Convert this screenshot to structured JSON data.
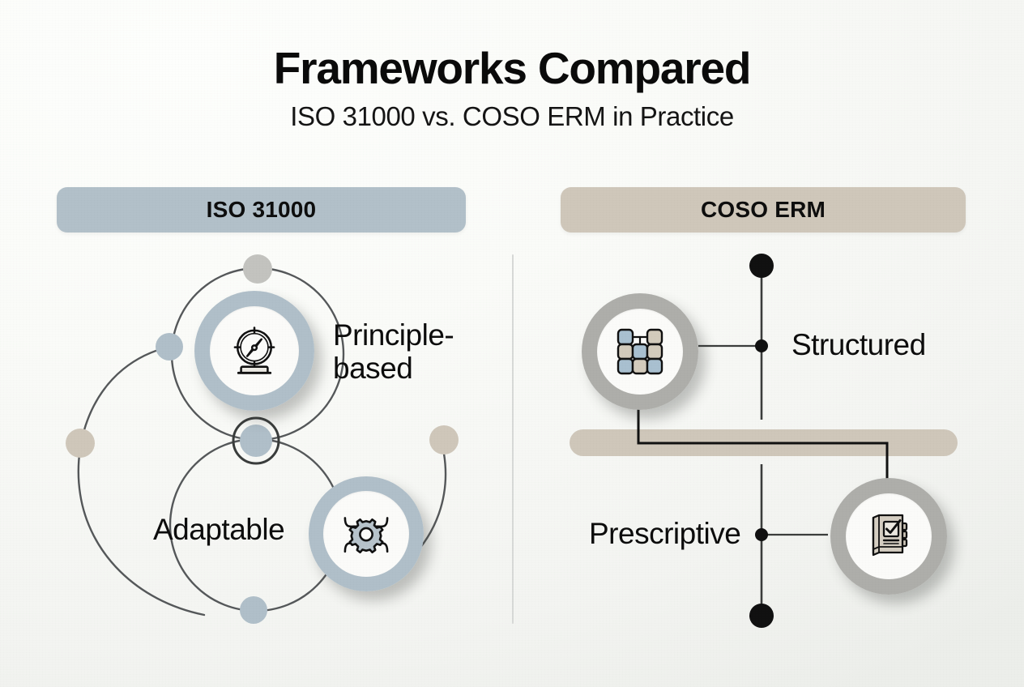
{
  "header": {
    "title": "Frameworks Compared",
    "subtitle": "ISO 31000 vs. COSO ERM in Practice"
  },
  "columns": {
    "left": {
      "pill_label": "ISO 31000",
      "accent_color": "#b2c0c9",
      "traits": [
        {
          "label": "Principle-\nbased",
          "icon": "compass-icon"
        },
        {
          "label": "Adaptable",
          "icon": "gear-cycle-icon"
        }
      ]
    },
    "right": {
      "pill_label": "COSO ERM",
      "accent_color": "#cfc7ba",
      "traits": [
        {
          "label": "Structured",
          "icon": "network-grid-icon"
        },
        {
          "label": "Prescriptive",
          "icon": "rulebook-check-icon"
        }
      ]
    }
  },
  "palette": {
    "background": "#f7f8f5",
    "iso_accent": "#b2c0c9",
    "coso_accent": "#cfc7ba",
    "ring_gray": "#aeaeaa",
    "node_blue": "#b0bfc9",
    "node_beige": "#cfc7ba",
    "node_gray": "#c3c3bf",
    "line_dark": "#4a4c4a",
    "line_black": "#111111",
    "text": "#0d0d0d"
  },
  "decor": {
    "left_orbit_nodes": [
      {
        "name": "node-top",
        "color": "#c3c3bf"
      },
      {
        "name": "node-left",
        "color": "#b0bfc9"
      },
      {
        "name": "node-far-left",
        "color": "#cfc7ba"
      },
      {
        "name": "node-center",
        "color": "#b0bfc9"
      },
      {
        "name": "node-right",
        "color": "#cfc7ba"
      },
      {
        "name": "node-bottom",
        "color": "#b0bfc9"
      }
    ],
    "right_spine_nodes": [
      {
        "name": "spine-top-dot",
        "color": "#111111",
        "size": "large"
      },
      {
        "name": "structured-dot",
        "color": "#111111",
        "size": "small"
      },
      {
        "name": "prescriptive-dot",
        "color": "#111111",
        "size": "small"
      },
      {
        "name": "spine-bottom-dot",
        "color": "#111111",
        "size": "large"
      }
    ]
  }
}
